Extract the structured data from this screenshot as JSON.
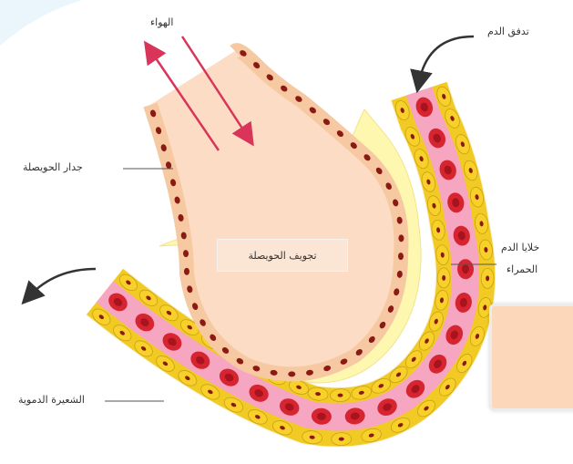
{
  "labels": {
    "air": "الهواء",
    "blood_flow": "تدفق الدم",
    "alveolus_wall": "جدار الحويصلة",
    "alveolus_cavity": "تجويف الحويصلة",
    "red_blood_cells_line1": "خلايا الدم",
    "red_blood_cells_line2": "الحمراء",
    "capillary": "الشعيرة الدموية"
  },
  "colors": {
    "alveolus_fill": "#fcdcc4",
    "wall_cell": "#f6c9a2",
    "wall_nucleus": "#8b1a14",
    "fluid_layer": "#fdf7b0",
    "capillary_cells": "#f7d12a",
    "capillary_lumen": "#f6a6c0",
    "red_cell": "#d62530",
    "arrow_air": "#d9345a",
    "arrow_dark": "#333333"
  }
}
